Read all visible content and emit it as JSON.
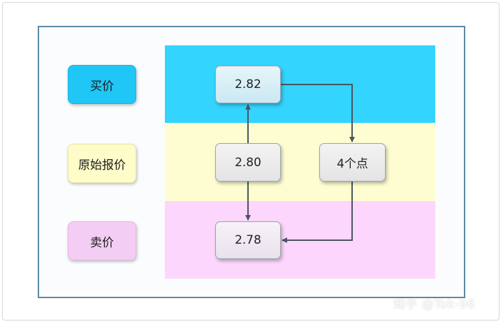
{
  "labels": {
    "buy": "买价",
    "original": "原始报价",
    "sell": "卖价"
  },
  "nodes": {
    "bid": "2.82",
    "mid": "2.80",
    "spread": "4个点",
    "ask": "2.78"
  },
  "watermark": "知乎 @Tok-96",
  "colors": {
    "buy_band": "#33d4fd",
    "original_band": "#fefdd1",
    "sell_band": "#fcd6fc",
    "frame": "#5b8aa6",
    "arrow": "#4a5560"
  }
}
